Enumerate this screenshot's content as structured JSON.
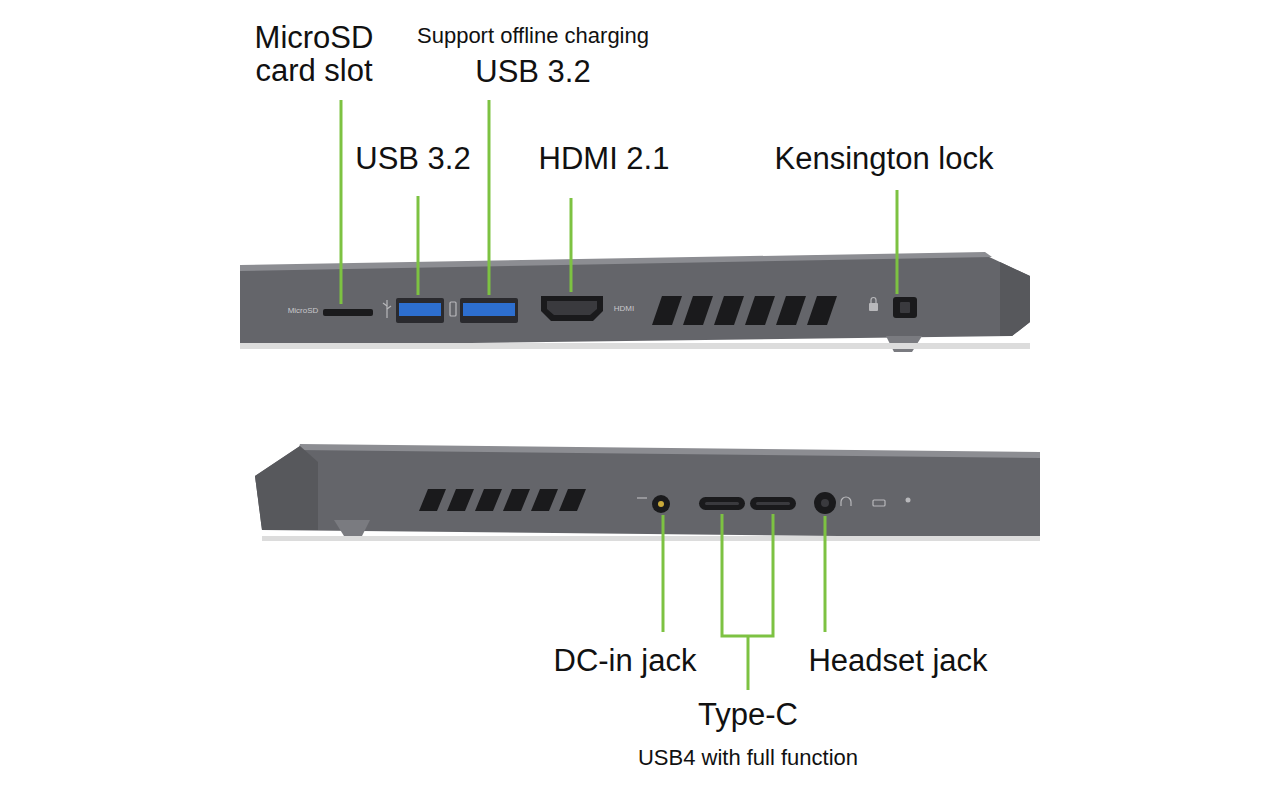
{
  "diagram": {
    "labels": [
      "MicroSD card slot",
      "Support offline charging",
      "USB 3.2",
      "USB 3.2",
      "HDMI 2.1",
      "Kensington lock",
      "DC-in jack",
      "Type-C",
      "USB4 with full function",
      "Headset jack",
      "MicroSD",
      "HDMI"
    ]
  }
}
